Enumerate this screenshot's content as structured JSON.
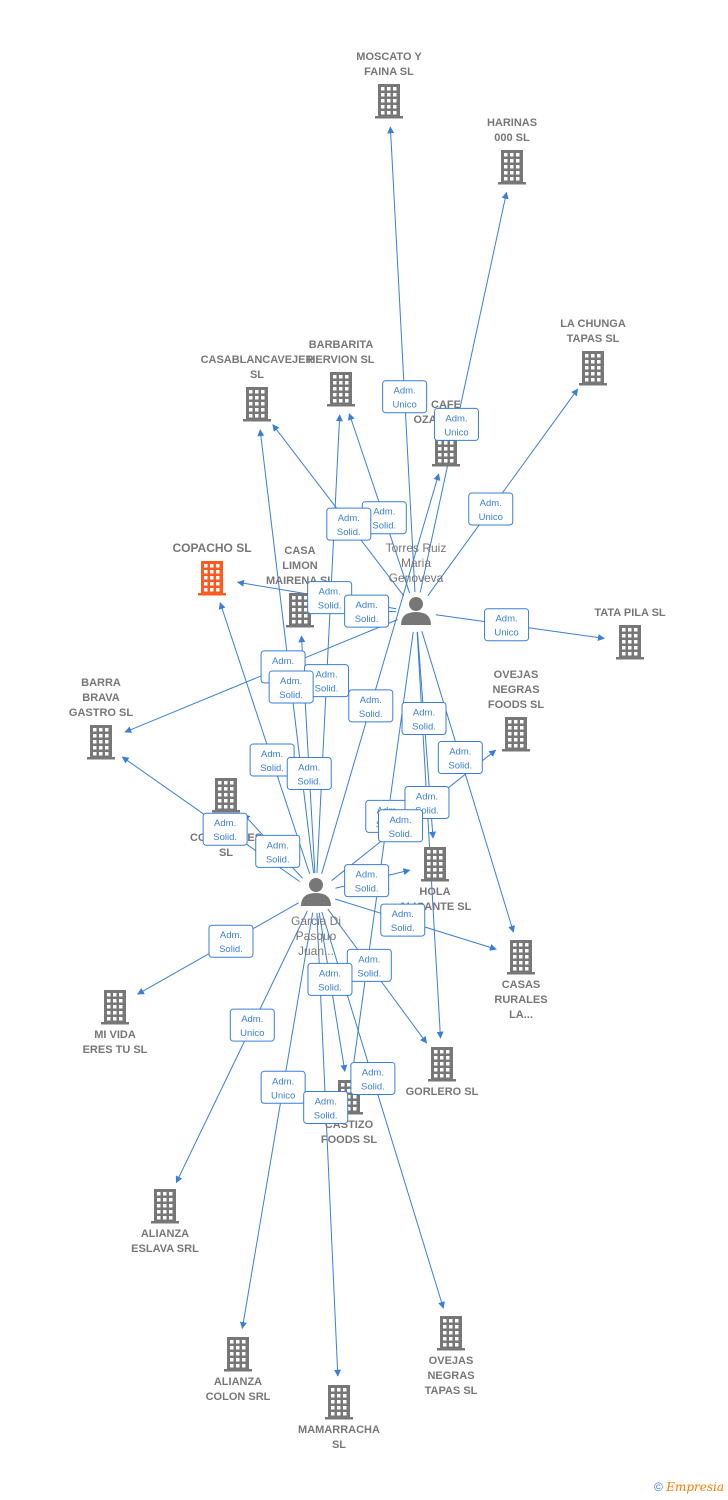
{
  "colors": {
    "edge": "#3a7fd5",
    "company": "#777777",
    "focus": "#ff5a1f",
    "person": "#777777"
  },
  "companies": [
    {
      "id": "moscato",
      "lines": [
        "MOSCATO Y",
        "FAINA  SL"
      ]
    },
    {
      "id": "harinas",
      "lines": [
        "HARINAS",
        "000  SL"
      ]
    },
    {
      "id": "lachunga",
      "lines": [
        "LA CHUNGA",
        "TAPAS  SL"
      ]
    },
    {
      "id": "barbarita",
      "lines": [
        "BARBARITA",
        "HERVION  SL"
      ]
    },
    {
      "id": "casablanca",
      "lines": [
        "CASABLANCAVEJER",
        "SL"
      ]
    },
    {
      "id": "cafeozama",
      "lines": [
        "CAFE",
        "OZAMA SRL"
      ]
    },
    {
      "id": "copacho",
      "lines": [
        "COPACHO  SL"
      ],
      "focus": true
    },
    {
      "id": "casalimon",
      "lines": [
        "CASA",
        "LIMON",
        "MAIRENA  SL"
      ]
    },
    {
      "id": "tatapila",
      "lines": [
        "TATA PILA  SL"
      ]
    },
    {
      "id": "ovejasfoods",
      "lines": [
        "OVEJAS",
        "NEGRAS",
        "FOODS  SL"
      ]
    },
    {
      "id": "barrabrava",
      "lines": [
        "BARRA",
        "BRAVA",
        "GASTRO  SL"
      ]
    },
    {
      "id": "coa",
      "lines": [
        "COA",
        "COLONIALES",
        "SL"
      ]
    },
    {
      "id": "hola",
      "lines": [
        "HOLA",
        "ALICANTE  SL"
      ]
    },
    {
      "id": "casasrurales",
      "lines": [
        "CASAS",
        "RURALES",
        "LA..."
      ]
    },
    {
      "id": "mivida",
      "lines": [
        "MI VIDA",
        "ERES TU  SL"
      ]
    },
    {
      "id": "gorlero",
      "lines": [
        "GORLERO  SL"
      ]
    },
    {
      "id": "castizo",
      "lines": [
        "CASTIZO",
        "FOODS  SL"
      ]
    },
    {
      "id": "alianzaeslava",
      "lines": [
        "ALIANZA",
        "ESLAVA SRL"
      ]
    },
    {
      "id": "alianzacolon",
      "lines": [
        "ALIANZA",
        "COLON SRL"
      ]
    },
    {
      "id": "mamarracha",
      "lines": [
        "MAMARRACHA",
        "SL"
      ]
    },
    {
      "id": "ovejastapas",
      "lines": [
        "OVEJAS",
        "NEGRAS",
        "TAPAS  SL"
      ]
    }
  ],
  "persons": [
    {
      "id": "torres",
      "lines": [
        "Torres Ruiz",
        "Maria",
        "Genoveva"
      ]
    },
    {
      "id": "garcia",
      "lines": [
        "Garcia Di",
        "Pasquo",
        "Juan..."
      ]
    }
  ],
  "edges": [
    {
      "from": "torres",
      "to": "moscato",
      "label": [
        "Adm.",
        "Unico"
      ]
    },
    {
      "from": "torres",
      "to": "harinas",
      "label": [
        "Adm.",
        "Unico"
      ]
    },
    {
      "from": "torres",
      "to": "lachunga",
      "label": [
        "Adm.",
        "Unico"
      ]
    },
    {
      "from": "torres",
      "to": "barbarita",
      "label": [
        "Adm.",
        "Solid."
      ]
    },
    {
      "from": "torres",
      "to": "casablanca",
      "label": [
        "Adm.",
        "Solid."
      ]
    },
    {
      "from": "torres",
      "to": "tatapila",
      "label": [
        "Adm.",
        "Unico"
      ]
    },
    {
      "from": "torres",
      "to": "copacho",
      "label": [
        "Adm.",
        "Solid."
      ]
    },
    {
      "from": "torres",
      "to": "casalimon",
      "label": [
        "Adm.",
        "Solid."
      ]
    },
    {
      "from": "torres",
      "to": "barrabrava",
      "label": [
        "Adm.",
        "Solid."
      ]
    },
    {
      "from": "torres",
      "to": "hola",
      "label": [
        "Adm.",
        "Solid."
      ]
    },
    {
      "from": "torres",
      "to": "casasrurales",
      "label": [
        "Adm.",
        "Solid."
      ]
    },
    {
      "from": "torres",
      "to": "castizo",
      "label": [
        "Adm.",
        "Solid."
      ]
    },
    {
      "from": "torres",
      "to": "gorlero",
      "label": [
        "Adm.",
        "Solid."
      ]
    },
    {
      "from": "garcia",
      "to": "cafeozama",
      "label": [
        "Adm.",
        "Solid."
      ]
    },
    {
      "from": "garcia",
      "to": "barbarita",
      "label": [
        "Adm.",
        "Solid."
      ]
    },
    {
      "from": "garcia",
      "to": "casablanca",
      "label": [
        "Adm.",
        "Solid."
      ]
    },
    {
      "from": "garcia",
      "to": "copacho",
      "label": [
        "Adm.",
        "Solid."
      ]
    },
    {
      "from": "garcia",
      "to": "casalimon",
      "label": [
        "Adm.",
        "Solid."
      ]
    },
    {
      "from": "garcia",
      "to": "barrabrava",
      "label": [
        "Adm.",
        "Solid."
      ]
    },
    {
      "from": "garcia",
      "to": "coa",
      "label": [
        "Adm.",
        "Solid."
      ]
    },
    {
      "from": "garcia",
      "to": "ovejasfoods",
      "label": [
        "Adm.",
        "Solid."
      ]
    },
    {
      "from": "garcia",
      "to": "hola",
      "label": [
        "Adm.",
        "Solid."
      ]
    },
    {
      "from": "garcia",
      "to": "casasrurales",
      "label": [
        "Adm.",
        "Solid."
      ]
    },
    {
      "from": "garcia",
      "to": "mivida",
      "label": [
        "Adm.",
        "Solid."
      ]
    },
    {
      "from": "garcia",
      "to": "gorlero",
      "label": [
        "Adm.",
        "Solid."
      ]
    },
    {
      "from": "garcia",
      "to": "castizo",
      "label": [
        "Adm.",
        "Solid."
      ]
    },
    {
      "from": "garcia",
      "to": "alianzaeslava",
      "label": [
        "Adm.",
        "Unico"
      ]
    },
    {
      "from": "garcia",
      "to": "alianzacolon",
      "label": [
        "Adm.",
        "Unico"
      ]
    },
    {
      "from": "garcia",
      "to": "mamarracha",
      "label": [
        "Adm.",
        "Solid."
      ]
    },
    {
      "from": "garcia",
      "to": "ovejastapas",
      "label": [
        "Adm.",
        "Solid."
      ]
    }
  ],
  "footer": {
    "copyright": "©",
    "brand": "Empresia"
  }
}
